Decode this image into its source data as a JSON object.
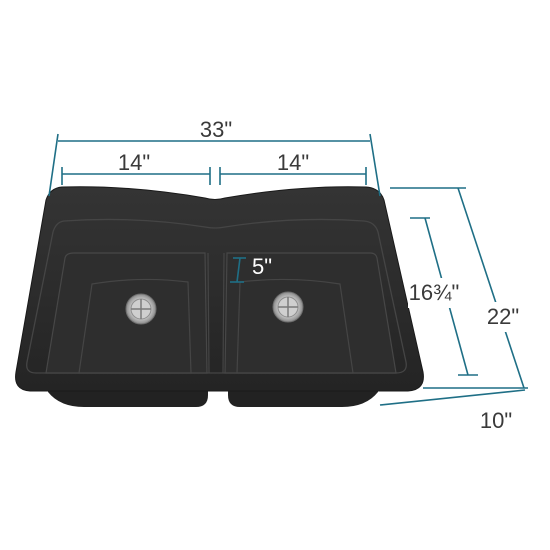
{
  "dimensions": {
    "overall_width": "33\"",
    "left_bowl_width": "14\"",
    "right_bowl_width": "14\"",
    "bowl_depth": "5\"",
    "bowl_front_to_back": "16¾\"",
    "overall_front_to_back": "22\"",
    "corner_depth": "10\""
  },
  "colors": {
    "dimension_line": "#1f6f86",
    "sink_body": "#2b2b2b",
    "label_text": "#3a3a3a"
  }
}
